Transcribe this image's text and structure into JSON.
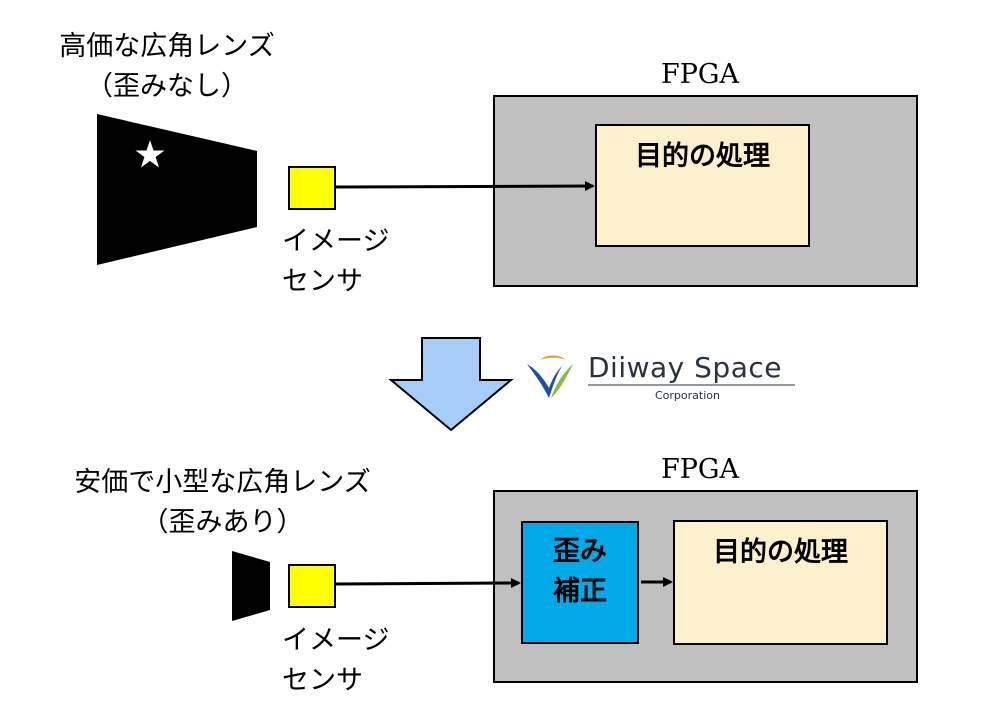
{
  "top": {
    "lens_label_line1": "高価な広角レンズ",
    "lens_label_line2": "（歪みなし）",
    "sensor_label_line1": "イメージ",
    "sensor_label_line2": "センサ",
    "fpga_title": "FPGA",
    "process_label": "目的の処理"
  },
  "bottom": {
    "lens_label_line1": "安価で小型な広角レンズ",
    "lens_label_line2": "（歪みあり）",
    "sensor_label_line1": "イメージ",
    "sensor_label_line2": "センサ",
    "fpga_title": "FPGA",
    "correction_line1": "歪み",
    "correction_line2": "補正",
    "process_label": "目的の処理"
  },
  "logo": {
    "name": "Diiway Space",
    "sub": "Corporation"
  },
  "colors": {
    "fpga_bg": "#c0c0c0",
    "process_bg": "#fdf0cd",
    "correction_bg": "#00a9e8",
    "sensor_bg": "#ffff00",
    "arrow_down_fill": "#a6cdf5"
  }
}
